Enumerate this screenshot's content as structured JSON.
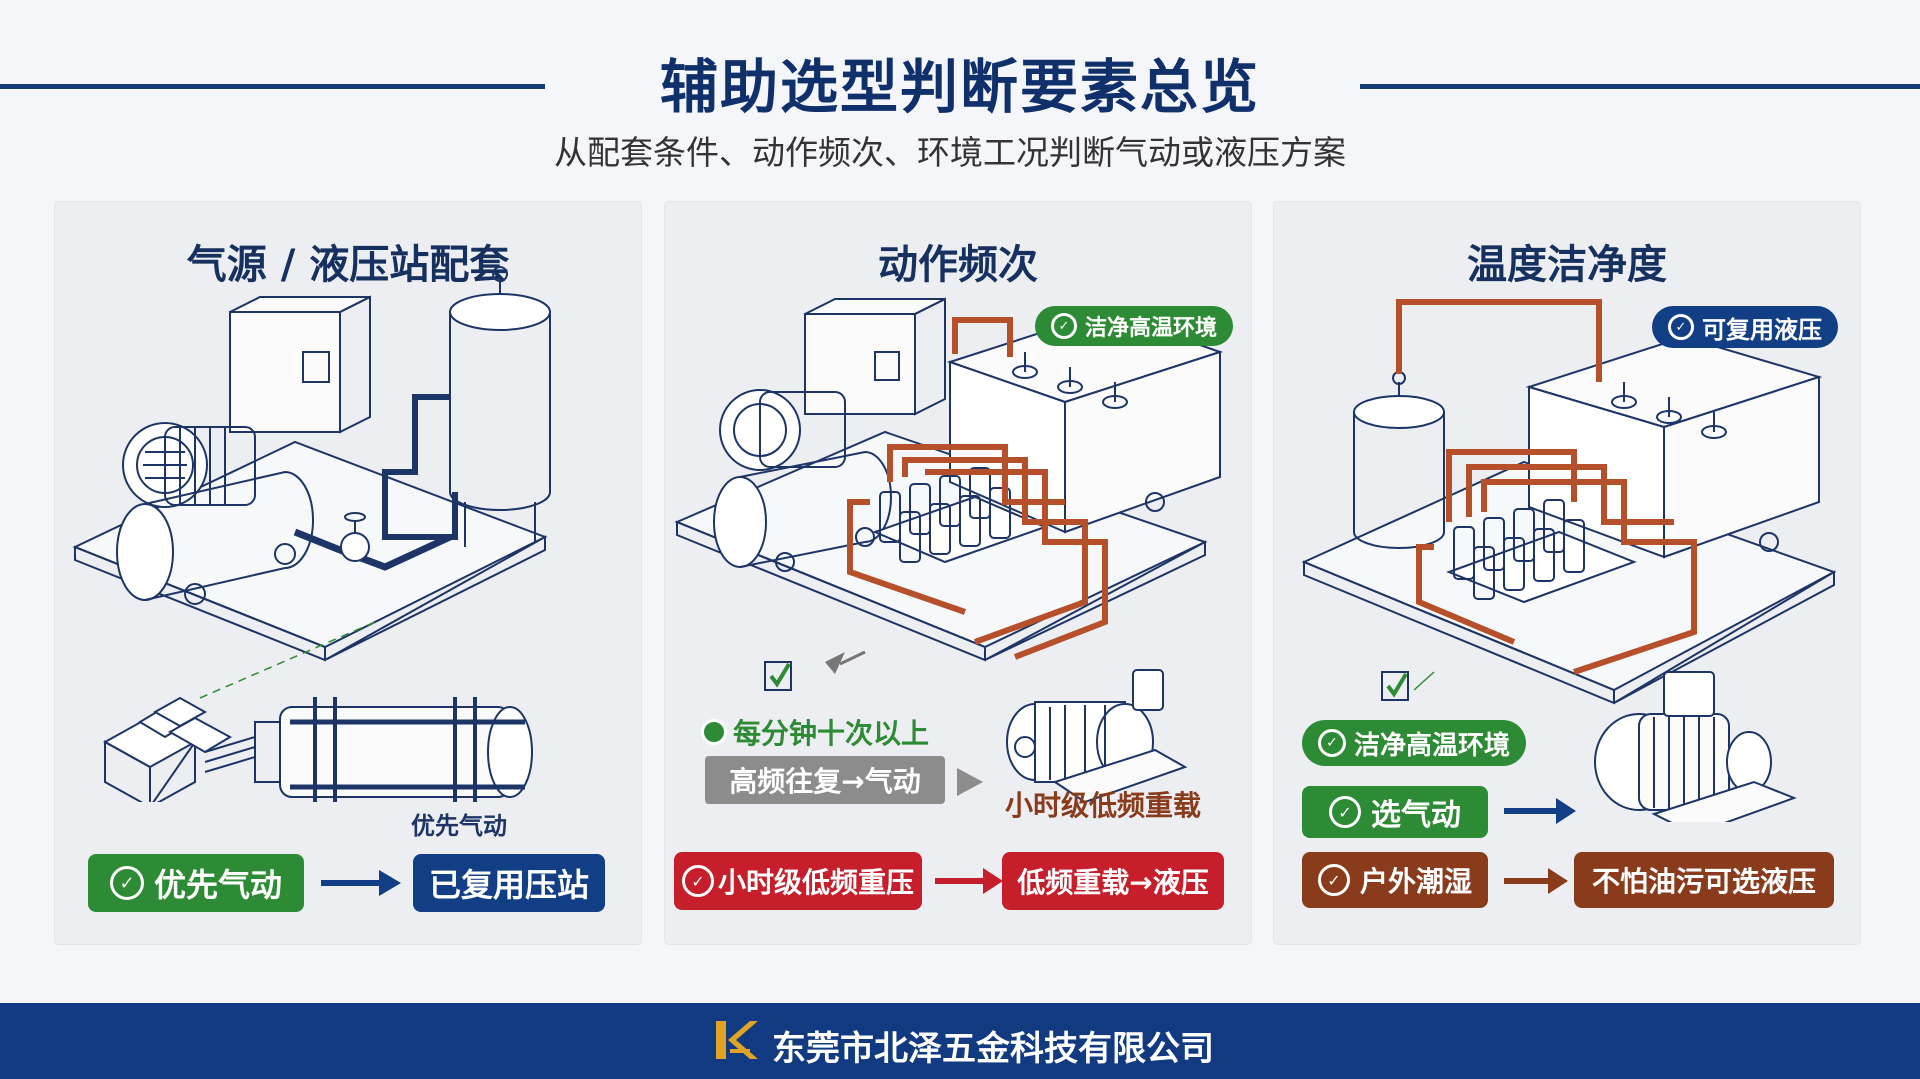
{
  "header": {
    "title": "辅助选型判断要素总览",
    "subtitle": "从配套条件、动作频次、环境工况判断气动或液压方案"
  },
  "panels": [
    {
      "title": "气源 / 液压站配套",
      "caption": "优先气动",
      "badge_left": "优先气动",
      "badge_right": "已复用压站"
    },
    {
      "title": "动作频次",
      "top_pill": "洁净高温环境",
      "freq_label": "每分钟十次以上",
      "gray_badge": "高频往复→气动",
      "red_label": "小时级低频重载",
      "badge_left": "小时级低频重压",
      "badge_right": "低频重载→液压"
    },
    {
      "title": "温度洁净度",
      "top_pill": "可复用液压",
      "mid_pill": "洁净高温环境",
      "green_badge": "选气动",
      "badge_left": "户外潮湿",
      "badge_right": "不怕油污可选液压"
    }
  ],
  "footer": {
    "company": "东莞市北泽五金科技有限公司"
  },
  "colors": {
    "navy": "#123e86",
    "green": "#2e8b35",
    "red": "#c61f2b",
    "brown": "#8a3b1c",
    "gray": "#8c8c8c",
    "pipe": "#b5502b",
    "logo": "#e0a325"
  }
}
